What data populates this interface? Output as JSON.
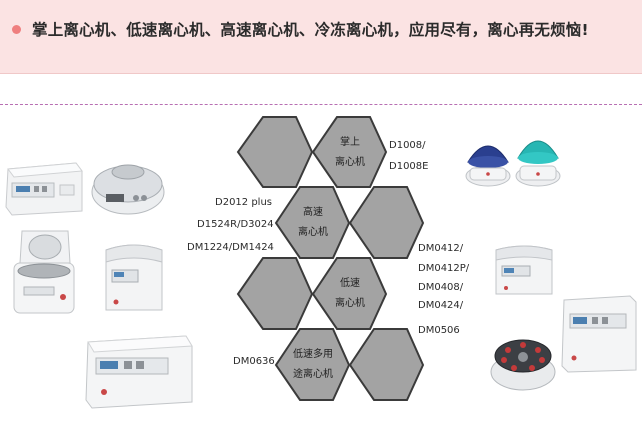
{
  "banner": {
    "title": "掌上离心机、低速离心机、高速离心机、冷冻离心机，应用尽有，离心再无烦恼!"
  },
  "hex_groups": {
    "palm": {
      "line1": "掌上",
      "line2": "离心机"
    },
    "high_speed": {
      "line1": "高速",
      "line2": "离心机"
    },
    "low_speed": {
      "line1": "低速",
      "line2": "离心机"
    },
    "multi": {
      "line1": "低速多用",
      "line2": "途离心机"
    }
  },
  "models": {
    "palm": [
      "D1008/",
      "D1008E"
    ],
    "high_speed": [
      "D2012 plus",
      "D1524R/D3024",
      "DM1224/DM1424"
    ],
    "low_speed": [
      "DM0412/",
      "DM0412P/",
      "DM0408/",
      "DM0424/",
      "DM0506"
    ],
    "multi": [
      "DM0636"
    ]
  },
  "colors": {
    "banner_bg": "#fbe3e3",
    "accent_dot": "#ef7f7f",
    "hex_fill": "#a3a3a3",
    "hex_border": "#3b3b3b",
    "divider": "#b86fb3"
  },
  "images": [
    "benchtop-refrigerated-centrifuge-image",
    "compact-round-centrifuge-image",
    "open-lid-centrifuge-image",
    "small-benchtop-centrifuge-image",
    "large-low-speed-centrifuge-image",
    "palm-centrifuges-blue-teal-image",
    "low-speed-centrifuge-image",
    "open-rotor-centrifuge-image",
    "multipurpose-centrifuge-image"
  ]
}
